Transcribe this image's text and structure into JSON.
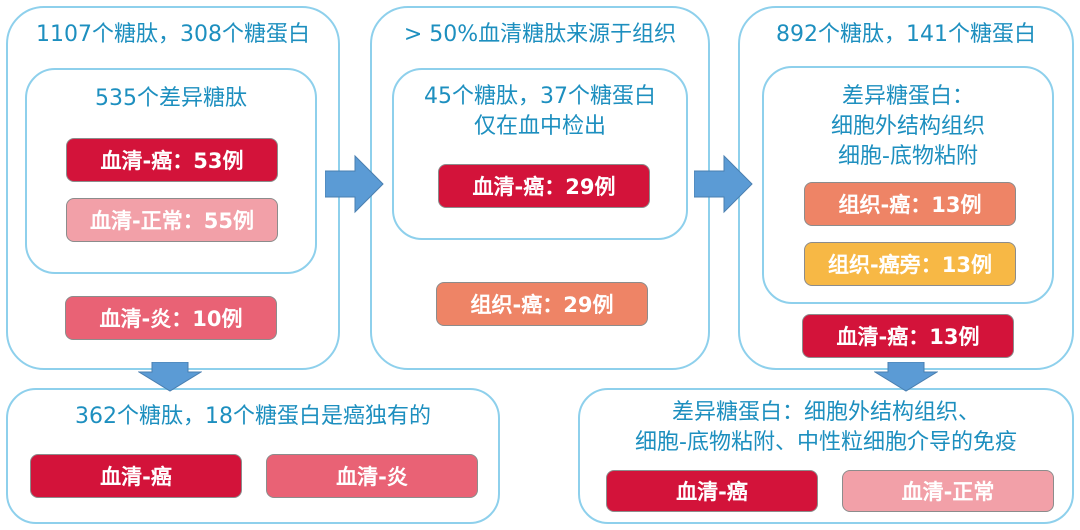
{
  "col1": {
    "title": "1107个糖肽，308个糖蛋白",
    "inner_title": "535个差异糖肽",
    "pill_serum_cancer": "血清-癌：53例",
    "pill_serum_normal": "血清-正常：55例",
    "pill_serum_inflam": "血清-炎：10例"
  },
  "col2": {
    "title": "> 50%血清糖肽来源于组织",
    "inner_title": "45个糖肽，37个糖蛋白\n仅在血中检出",
    "pill_serum_cancer": "血清-癌：29例",
    "pill_tissue_cancer": "组织-癌：29例"
  },
  "col3": {
    "title": "892个糖肽，141个糖蛋白",
    "inner_title": "差异糖蛋白：\n细胞外结构组织\n细胞-底物粘附",
    "pill_tissue_cancer": "组织-癌：13例",
    "pill_tissue_adjacent": "组织-癌旁：13例",
    "pill_serum_cancer": "血清-癌：13例"
  },
  "bottom_left": {
    "title": "362个糖肽，18个糖蛋白是癌独有的",
    "pill_serum_cancer": "血清-癌",
    "pill_serum_inflam": "血清-炎"
  },
  "bottom_right": {
    "title": "差异糖蛋白：细胞外结构组织、\n细胞-底物粘附、中性粒细胞介导的免疫",
    "pill_serum_cancer": "血清-癌",
    "pill_serum_normal": "血清-正常"
  },
  "colors": {
    "border": "#8ed0ec",
    "title_text": "#1d8fbf",
    "arrow": "#5b9bd5",
    "dark_red": "#d3133a",
    "light_pink": "#f2a0a8",
    "mid_red": "#e96275",
    "orange": "#ee8466",
    "yellow": "#f7b845"
  }
}
